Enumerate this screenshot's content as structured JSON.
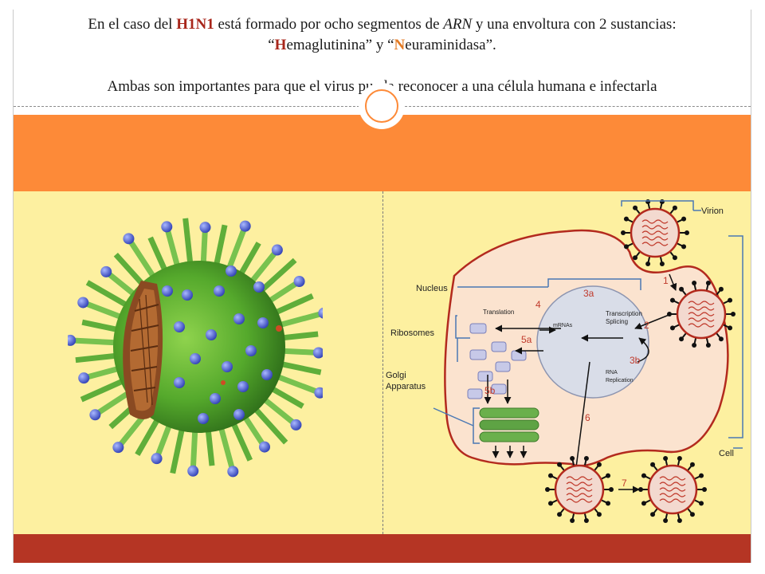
{
  "text": {
    "line1_a": "En el caso del ",
    "line1_h1n1": "H1N1",
    "line1_b": " está formado por ocho segmentos de ",
    "line1_arn": "ARN",
    "line1_c": " y una envoltura con 2 sustancias:",
    "line2_open": "“",
    "line2_h": "H",
    "line2_hrest": "emaglutinina",
    "line2_mid": "” y “",
    "line2_n": "N",
    "line2_nrest": "euraminidasa",
    "line2_close": "”.",
    "line3": "Ambas son importantes para que el virus pueda reconocer a una célula humana e infectarla"
  },
  "diagram": {
    "virion": "Virion",
    "nucleus": "Nucleus",
    "ribosomes": "Ribosomes",
    "golgi_1": "Golgi",
    "golgi_2": "Apparatus",
    "cell": "Cell",
    "translation": "Translation",
    "mrnas": "mRNAs",
    "transcription": "Transcription",
    "splicing": "Splicing",
    "rna": "RNA",
    "replication": "Replication",
    "step1": "1",
    "step2": "2",
    "step3a": "3a",
    "step3b": "3b",
    "step4": "4",
    "step5a": "5a",
    "step5b": "5b",
    "step6": "6",
    "step7": "7"
  },
  "colors": {
    "orange_band": "#fd8a38",
    "yellow_panel": "#fdf0a0",
    "bottom_bar": "#b53524",
    "highlight_red": "#a8261b",
    "highlight_orange": "#e47b24",
    "step_red": "#c0392b",
    "cell_fill": "#fbe3cf",
    "nucleus_fill": "#d9dde8",
    "bracket_blue": "#4a78b4"
  }
}
